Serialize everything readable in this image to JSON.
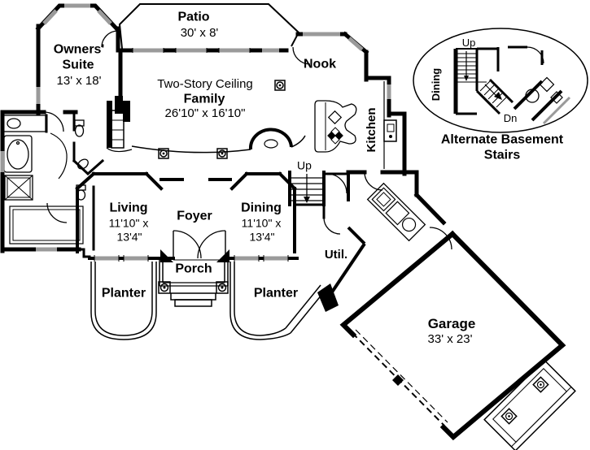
{
  "colors": {
    "wall": "#000000",
    "window": "#9a9a9a",
    "background": "#ffffff"
  },
  "rooms": {
    "patio": {
      "name": "Patio",
      "dims": "30' x 8'"
    },
    "owners_suite": {
      "name_line1": "Owners'",
      "name_line2": "Suite",
      "dims": "13' x 18'"
    },
    "family": {
      "ceiling_note": "Two-Story Ceiling",
      "name": "Family",
      "dims": "26'10\" x 16'10\""
    },
    "nook": {
      "name": "Nook"
    },
    "kitchen": {
      "name": "Kitchen"
    },
    "living": {
      "name": "Living",
      "dims_line1": "11'10\" x",
      "dims_line2": "13'4\""
    },
    "foyer": {
      "name": "Foyer"
    },
    "dining": {
      "name": "Dining",
      "dims_line1": "11'10\" x",
      "dims_line2": "13'4\""
    },
    "utility": {
      "name": "Util."
    },
    "porch": {
      "name": "Porch"
    },
    "planter_left": {
      "name": "Planter"
    },
    "planter_right": {
      "name": "Planter"
    },
    "garage": {
      "name": "Garage",
      "dims": "33' x 23'"
    }
  },
  "stairs": {
    "main_direction_label": "Up"
  },
  "inset": {
    "up_label": "Up",
    "down_label": "Dn",
    "dining_label": "Dining",
    "caption_line1": "Alternate Basement",
    "caption_line2": "Stairs"
  }
}
